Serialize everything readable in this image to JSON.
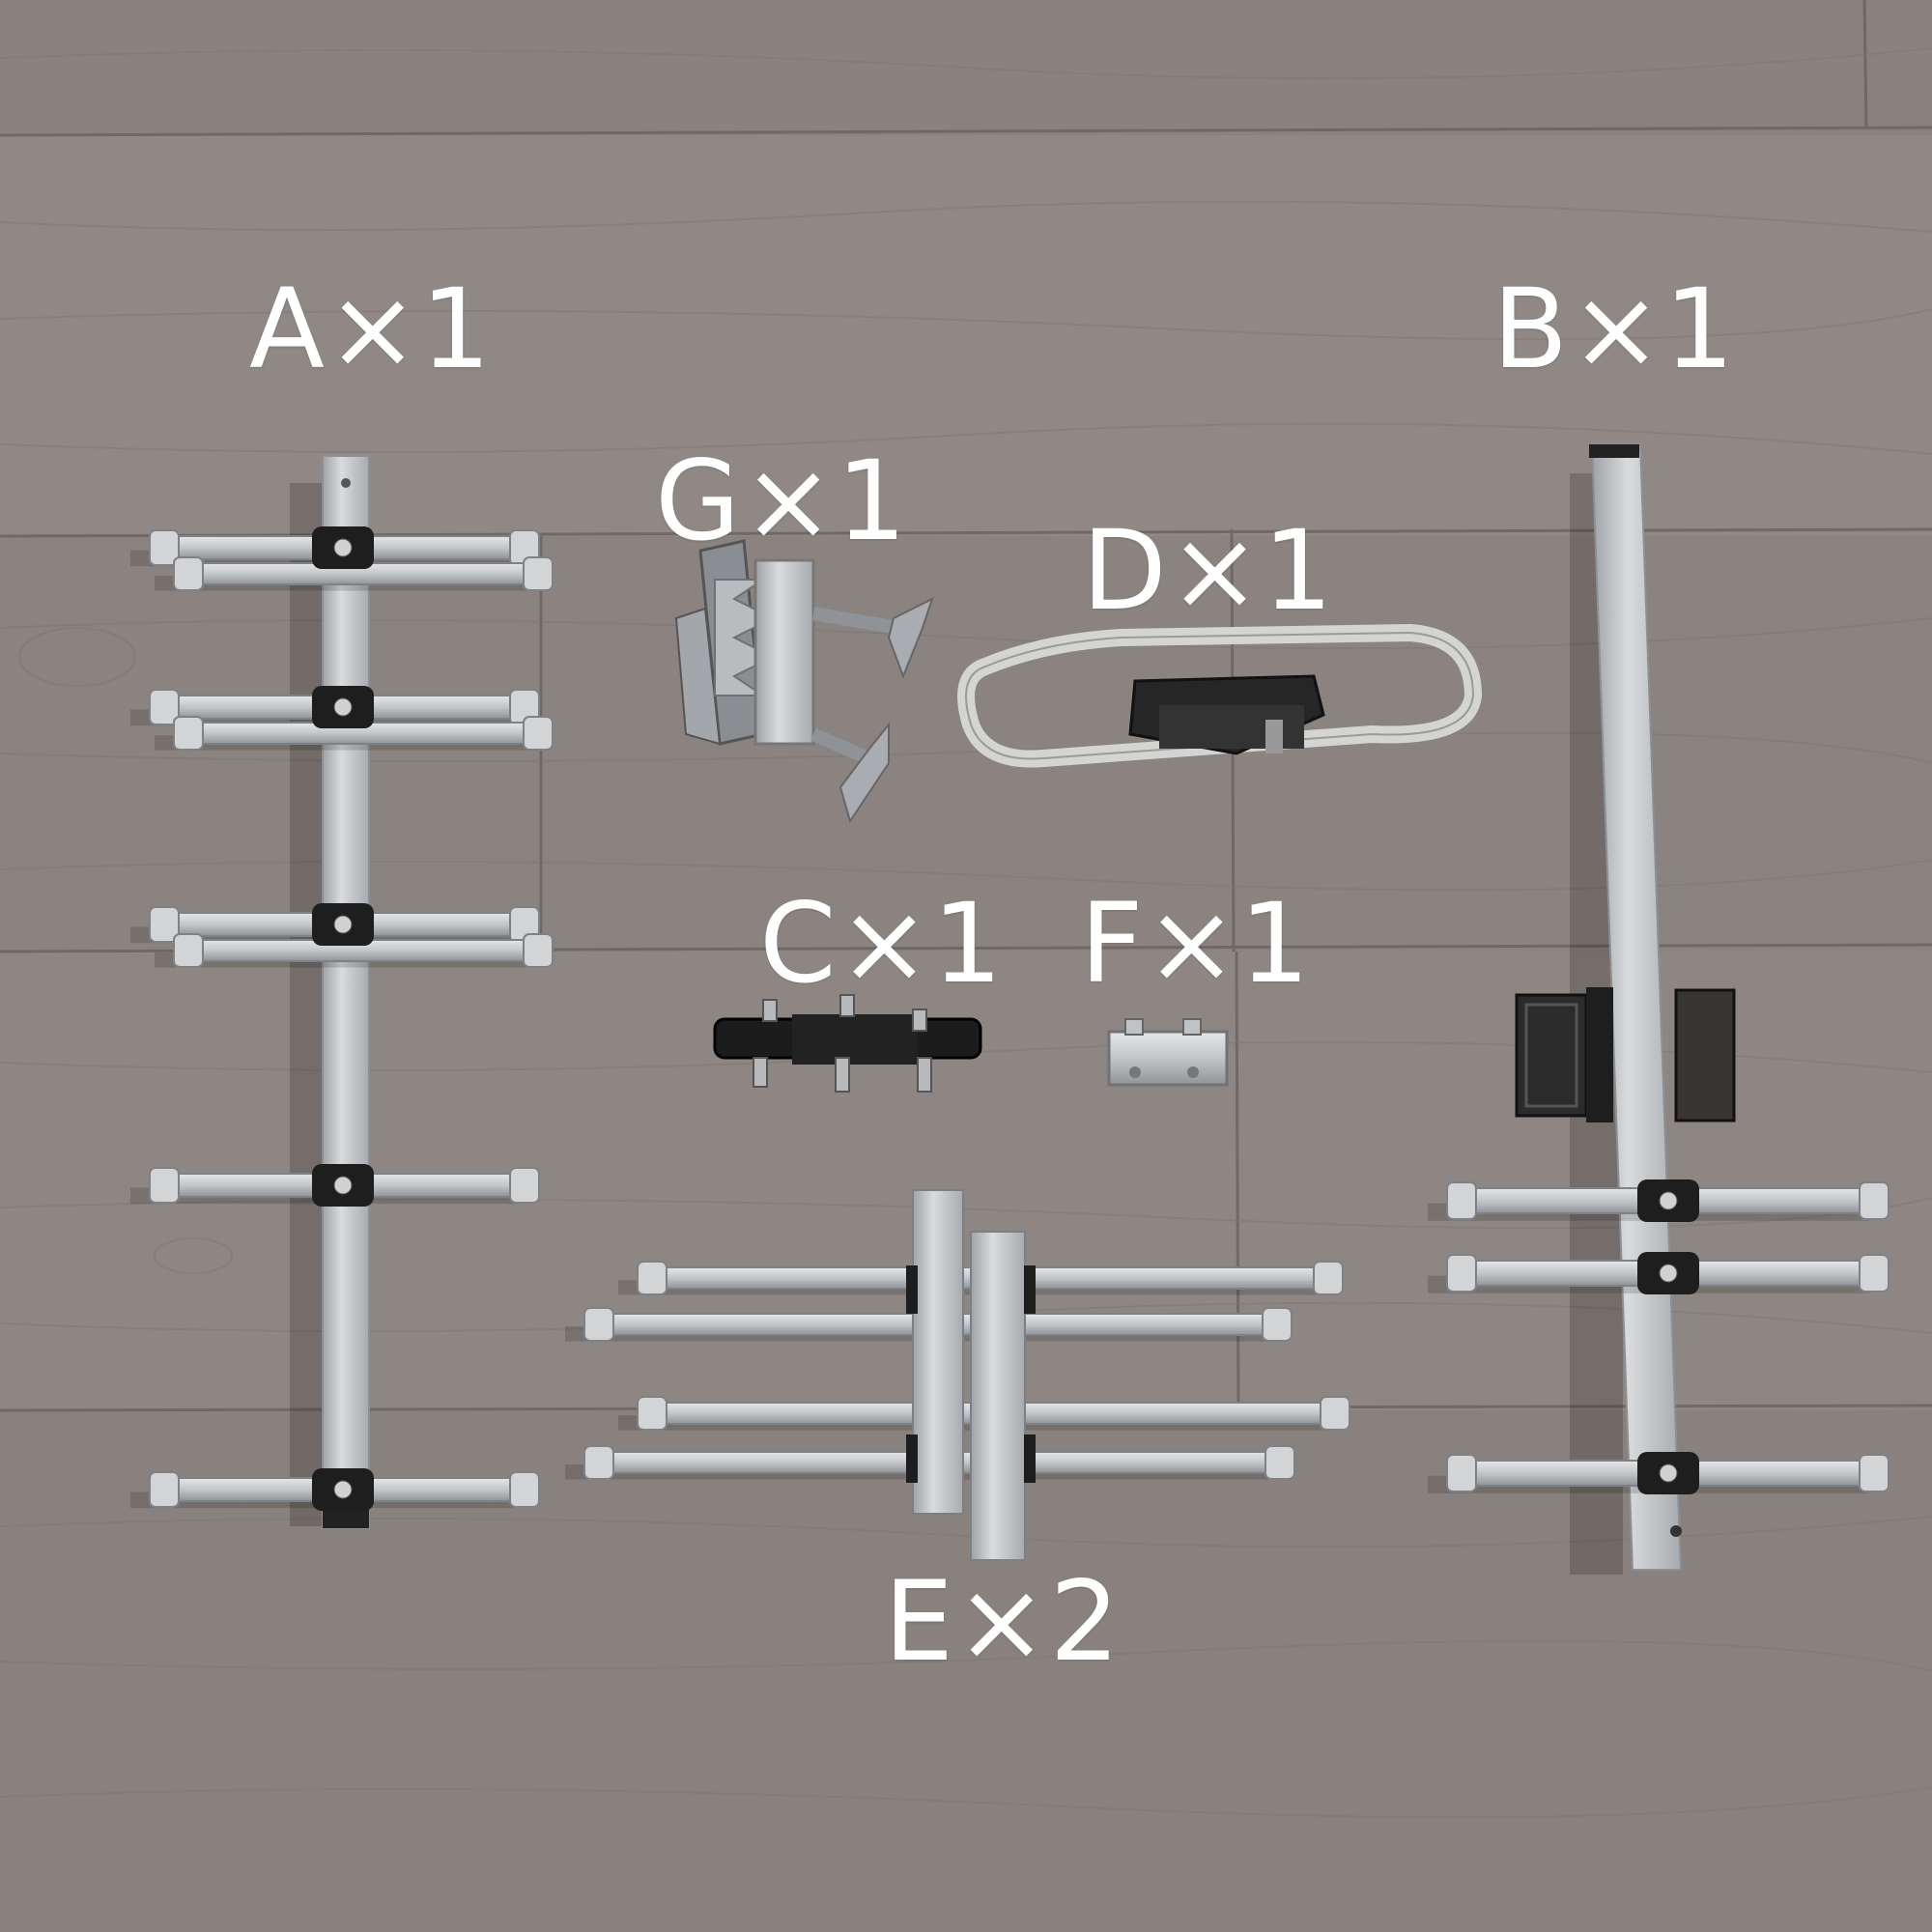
{
  "colors": {
    "floor": "#8d8580",
    "floor_dark": "#7a726d",
    "floor_seam": "#5f5854",
    "aluminum": "#c9cbcd",
    "aluminum_shade": "#9fa3a6",
    "plastic": "#1f1f1f",
    "label": "#ffffff"
  },
  "parts": [
    {
      "key": "A",
      "label": "A×1",
      "description_icon": "antenna-section-icon"
    },
    {
      "key": "B",
      "label": "B×1",
      "description_icon": "antenna-boom-icon"
    },
    {
      "key": "G",
      "label": "G×1",
      "description_icon": "mast-clamp-icon"
    },
    {
      "key": "D",
      "label": "D×1",
      "description_icon": "strap-mount-icon"
    },
    {
      "key": "C",
      "label": "C×1",
      "description_icon": "connector-block-icon"
    },
    {
      "key": "F",
      "label": "F×1",
      "description_icon": "joint-plate-icon"
    },
    {
      "key": "E",
      "label": "E×2",
      "description_icon": "element-pair-icon"
    }
  ]
}
